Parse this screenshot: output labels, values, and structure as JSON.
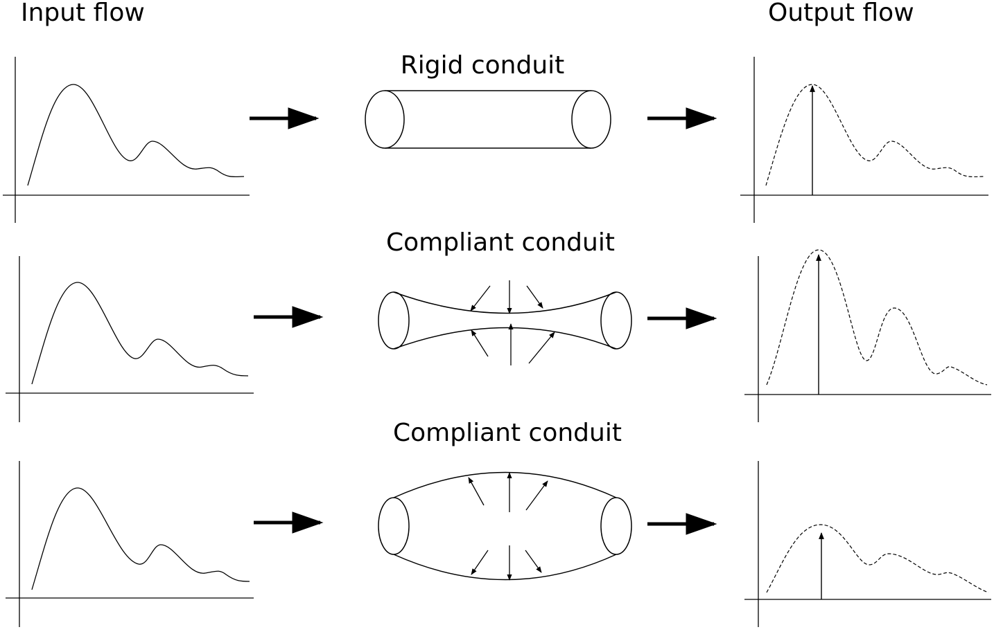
{
  "headers": {
    "input": "Input flow",
    "output": "Output flow"
  },
  "rows": [
    {
      "conduit_label": "Rigid conduit",
      "conduit_type": "rigid"
    },
    {
      "conduit_label": "Compliant conduit",
      "conduit_type": "constricted"
    },
    {
      "conduit_label": "Compliant conduit",
      "conduit_type": "distended"
    }
  ],
  "colors": {
    "ink": "#000000",
    "background": "#ffffff"
  }
}
